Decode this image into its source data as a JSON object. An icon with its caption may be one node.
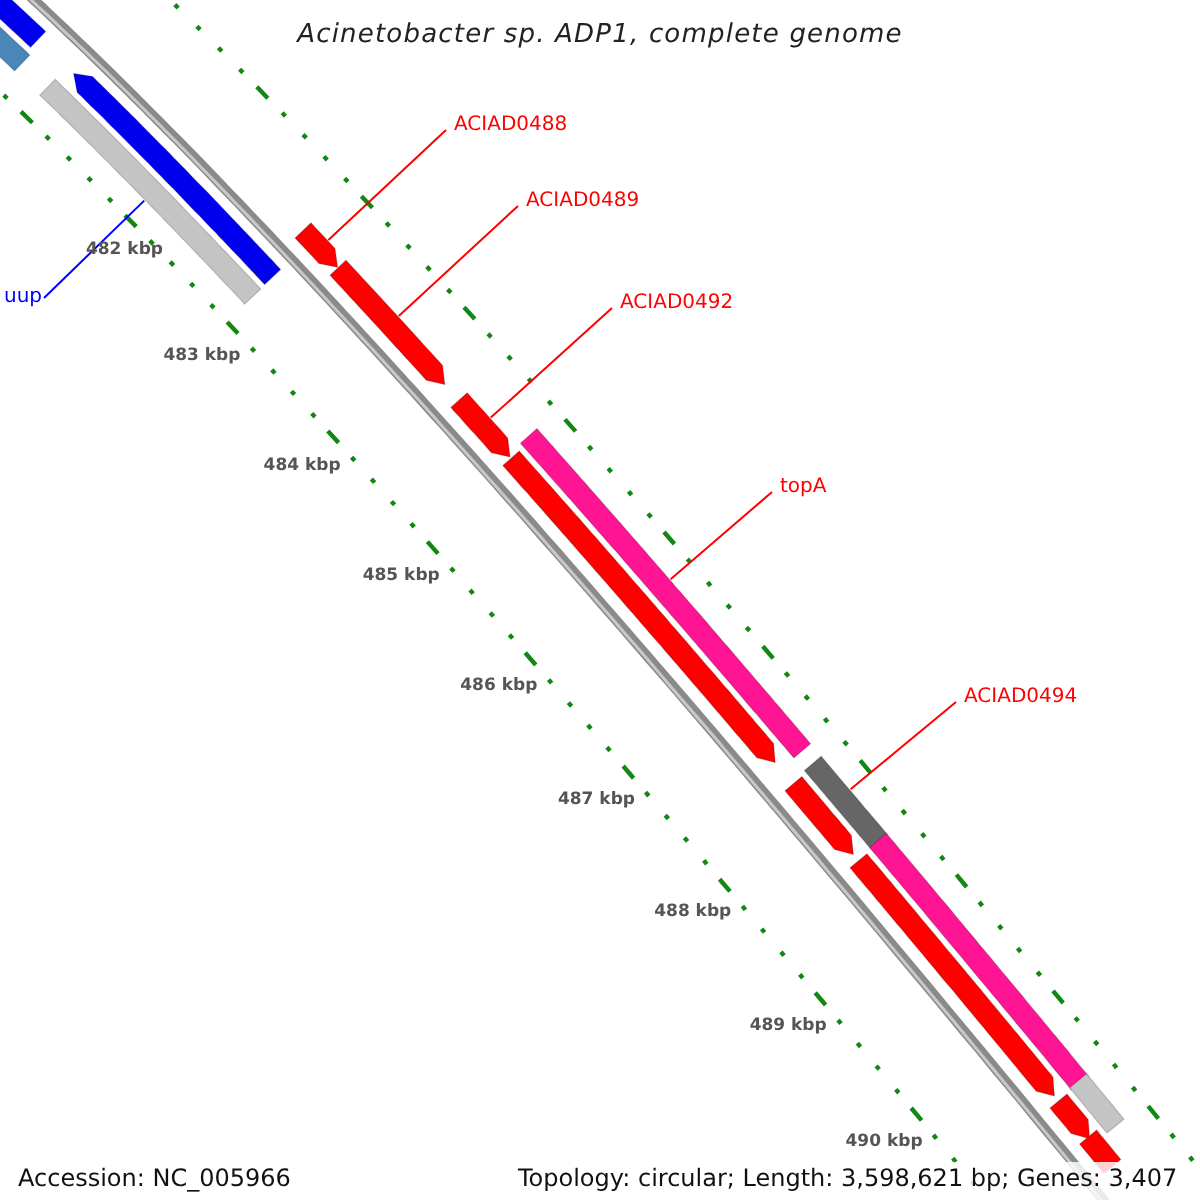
{
  "diagram": {
    "title": "Acinetobacter sp. ADP1, complete genome",
    "nodes": [
      {
        "text": [
          "ACIAD0488"
        ]
      },
      {
        "text": [
          "ACIAD0489"
        ]
      },
      {
        "text": [
          "ACIAD0492"
        ]
      },
      {
        "text": [
          "topA"
        ]
      },
      {
        "text": [
          "ACIAD0494"
        ]
      },
      {
        "text": [
          "uup"
        ]
      },
      {
        "text": [],
        "shape": "bar"
      },
      {
        "text": [],
        "shape": "bar"
      },
      {
        "text": [],
        "shape": "bar"
      },
      {
        "text": [],
        "shape": "bar"
      },
      {
        "text": [],
        "shape": "bar"
      },
      {
        "text": [],
        "shape": "bar"
      },
      {
        "text": [],
        "shape": "bar"
      },
      {
        "text": [],
        "shape": "bar"
      },
      {
        "text": [],
        "shape": "bar"
      },
      {
        "text": [],
        "shape": "bar"
      },
      {
        "text": [],
        "shape": "bar"
      },
      {
        "text": [],
        "shape": "bar"
      },
      {
        "text": [],
        "shape": "bar"
      },
      {
        "text": [],
        "shape": "bar"
      },
      {
        "text": [],
        "shape": "bar"
      },
      {
        "text": [],
        "shape": "bar"
      }
    ],
    "edges": [
      {
        "from": 0,
        "to": 10,
        "arrow": "none"
      },
      {
        "from": 1,
        "to": 11,
        "arrow": "none"
      },
      {
        "from": 2,
        "to": 12,
        "arrow": "none"
      },
      {
        "from": 3,
        "to": 18,
        "arrow": "none"
      },
      {
        "from": 4,
        "to": 19,
        "arrow": "none"
      },
      {
        "from": 5,
        "to": 9,
        "arrow": "none",
        "color": "#0000ff"
      }
    ],
    "labels": [
      "482 kbp",
      "483 kbp",
      "484 kbp",
      "485 kbp",
      "486 kbp",
      "487 kbp",
      "488 kbp",
      "489 kbp",
      "490 kbp",
      "Accession: NC_005966",
      "Topology: circular; Length: 3,598,621 bp; Genes: 3,407"
    ]
  }
}
